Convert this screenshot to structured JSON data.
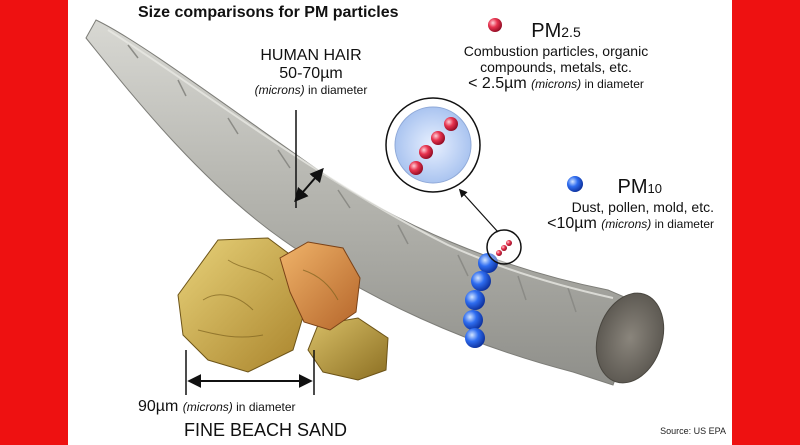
{
  "title": "Size comparisons for PM particles",
  "human_hair": {
    "name": "HUMAN HAIR",
    "size": "50-70µm",
    "unit_note": "(microns)",
    "suffix": "in diameter"
  },
  "pm25": {
    "label_main": "PM",
    "label_sub": "2.5",
    "description_line1": "Combustion particles, organic",
    "description_line2": "compounds, metals, etc.",
    "diameter_prefix": "< 2.5µm",
    "unit_note": "(microns)",
    "suffix": "in diameter",
    "color": "#e0304a"
  },
  "pm10": {
    "label_main": "PM",
    "label_sub": "10",
    "description": "Dust, pollen, mold, etc.",
    "diameter_prefix": "<10µm",
    "unit_note": "(microns)",
    "suffix": "in diameter",
    "color": "#2f6df0"
  },
  "sand": {
    "size": "90µm",
    "unit_note": "(microns)",
    "suffix": "in diameter",
    "name": "FINE BEACH SAND"
  },
  "source": "Source: US EPA",
  "colors": {
    "frame": "#ee1111",
    "hair": "#b9b9b4",
    "sand": "#d8b24a"
  }
}
